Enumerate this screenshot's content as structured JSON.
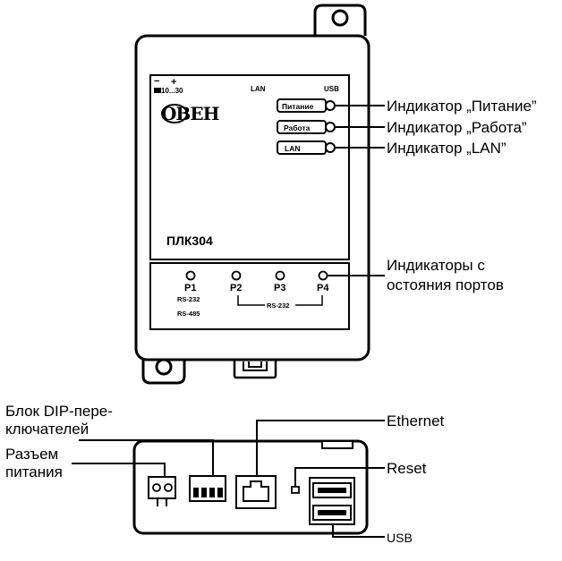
{
  "top_panel": {
    "power_minus": "−",
    "power_plus": "+",
    "power_range": "10...30",
    "lan_label": "LAN",
    "usb_label": "USB",
    "logo": "OBEH",
    "model": "ПЛК304"
  },
  "indicator_badges": {
    "power": "Питание",
    "work": "Работа",
    "lan": "LAN"
  },
  "ports": {
    "p1": "P1",
    "p1_rs232": "RS-232",
    "p1_rs485": "RS-485",
    "p2": "P2",
    "p3": "P3",
    "p4": "P4",
    "p2_p4_bus": "RS-232"
  },
  "callouts": {
    "power_indicator": "Индикатор „Питание”",
    "work_indicator": "Индикатор „Работа”",
    "lan_indicator": "Индикатор „LAN”",
    "port_indicators_line1": "Индикаторы с",
    "port_indicators_line2": "остояния портов",
    "dip_block_line1": "Блок DIP-пере-",
    "dip_block_line2": "ключателей",
    "power_connector_line1": "Разъем",
    "power_connector_line2": "питания",
    "ethernet": "Ethernet",
    "reset": "Reset",
    "usb": "USB"
  }
}
